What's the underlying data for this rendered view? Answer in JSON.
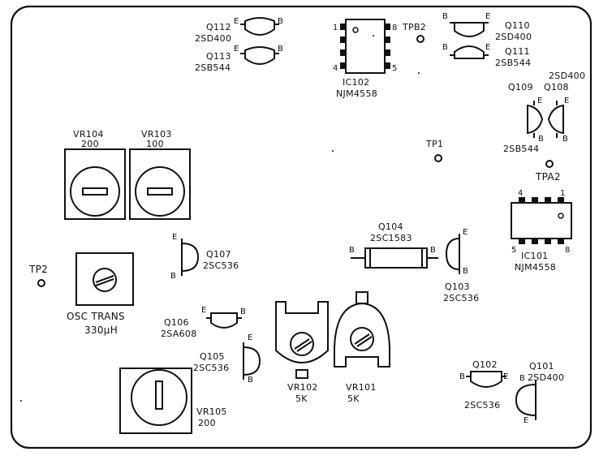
{
  "components": {
    "q112": {
      "ref": "Q112",
      "part": "2SD400",
      "e": "E",
      "b": "B"
    },
    "q113": {
      "ref": "Q113",
      "part": "2SB544",
      "e": "E",
      "b": "B"
    },
    "ic102": {
      "ref": "IC102",
      "part": "NJM4558",
      "pin1": "1",
      "pin4": "4",
      "pin5": "5",
      "pin8": "8"
    },
    "tpb2": {
      "ref": "TPB2"
    },
    "q110": {
      "ref": "Q110",
      "part": "2SD400",
      "e": "E",
      "b": "B"
    },
    "q111": {
      "ref": "Q111",
      "part": "2SB544",
      "e": "E",
      "b": "B"
    },
    "q109": {
      "ref": "Q109",
      "part": "2SB544",
      "e": "E",
      "b": "B"
    },
    "q108": {
      "ref": "Q108",
      "part": "2SD400",
      "e": "E",
      "b": "B"
    },
    "vr104": {
      "ref": "VR104",
      "value": "200"
    },
    "vr103": {
      "ref": "VR103",
      "value": "100"
    },
    "tp1": {
      "ref": "TP1"
    },
    "tpa2": {
      "ref": "TPA2"
    },
    "ic101": {
      "ref": "IC101",
      "part": "NJM4558",
      "pin1": "1",
      "pin4": "4",
      "pin5": "5",
      "pin8": "8"
    },
    "q104": {
      "ref": "Q104",
      "part": "2SC1583",
      "b1": "B",
      "b2": "B"
    },
    "q107": {
      "ref": "Q107",
      "part": "2SC536",
      "e": "E",
      "b": "B"
    },
    "tp2": {
      "ref": "TP2"
    },
    "osc": {
      "name": "OSC TRANS",
      "value": "330μH"
    },
    "q103": {
      "ref": "Q103",
      "part": "2SC536",
      "e": "E",
      "b": "B"
    },
    "q106": {
      "ref": "Q106",
      "part": "2SA608",
      "e": "E",
      "b": "B"
    },
    "q105": {
      "ref": "Q105",
      "part": "2SC536",
      "e": "E",
      "b": "B"
    },
    "vr102": {
      "ref": "VR102",
      "value": "5K"
    },
    "vr101": {
      "ref": "VR101",
      "value": "5K"
    },
    "q102": {
      "ref": "Q102",
      "part": "2SC536",
      "e": "E",
      "b": "B"
    },
    "q101": {
      "ref": "Q101",
      "part": "2SD400",
      "e": "E",
      "b": "B"
    },
    "vr105": {
      "ref": "VR105",
      "value": "200"
    }
  }
}
